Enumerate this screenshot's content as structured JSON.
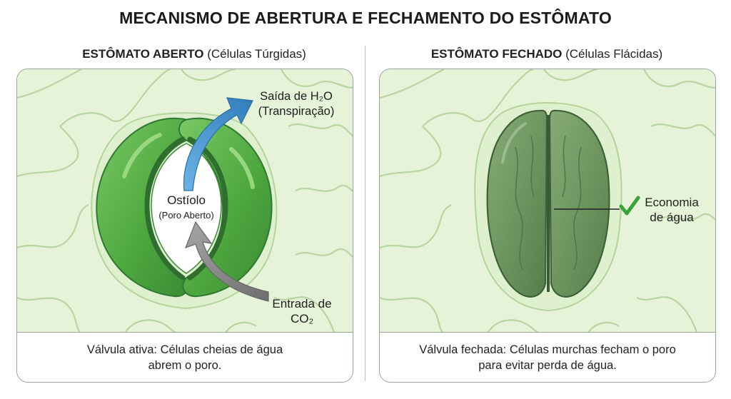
{
  "title": "MECANISMO DE ABERTURA E FECHAMENTO DO ESTÔMATO",
  "left_panel": {
    "heading_bold": "ESTÔMATO ABERTO",
    "heading_rest": " (Células Túrgidas)",
    "ostiolo_label": "Ostíolo",
    "ostiolo_sub": "(Poro Aberto)",
    "water_label_line1": "Saída de H₂O",
    "water_label_line2": "(Transpiração)",
    "co2_label_line1": "Entrada de",
    "co2_label_line2": "CO₂",
    "caption": "Válvula ativa: Células cheias de água abrem o poro."
  },
  "right_panel": {
    "heading_bold": "ESTÔMATO FECHADO",
    "heading_rest": " (Células Flácidas)",
    "economy_label_line1": "Economia",
    "economy_label_line2": "de água",
    "caption": "Válvula fechada: Células murchas fecham o poro para evitar perda de água."
  },
  "colors": {
    "background_tissue": "#e6f3d9",
    "cell_walls": "#b5d39c",
    "turgid_cell": "#5bb04a",
    "turgid_cell_dark": "#2f7a32",
    "flaccid_cell": "#6f9a62",
    "flaccid_cell_dark": "#3d6238",
    "water_arrow": "#4a97cf",
    "co2_arrow": "#8a8a8a",
    "check": "#3aa23a"
  }
}
